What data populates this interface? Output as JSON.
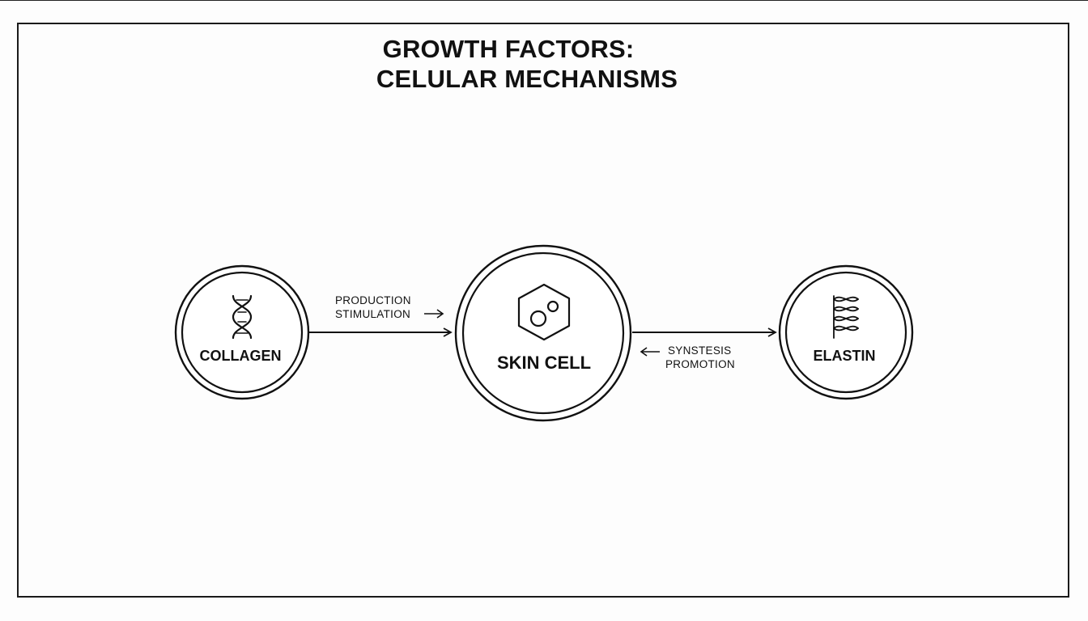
{
  "title": {
    "line1": "GROWTH FACTORS:",
    "line2": "CELULAR MECHANISMS"
  },
  "nodes": {
    "collagen": {
      "label": "COLLAGEN",
      "icon": "dna-helix-icon"
    },
    "skin_cell": {
      "label": "SKIN CELL",
      "icon": "hexagon-cell-icon"
    },
    "elastin": {
      "label": "ELASTIN",
      "icon": "elastin-fiber-icon"
    }
  },
  "edges": {
    "production": {
      "line1": "PRODUCTION",
      "line2": "STIMULATION"
    },
    "synthesis": {
      "line1": "SYNSTESIS",
      "line2": "PROMOTION"
    }
  },
  "colors": {
    "ink": "#111111",
    "background": "#fdfdfd"
  }
}
